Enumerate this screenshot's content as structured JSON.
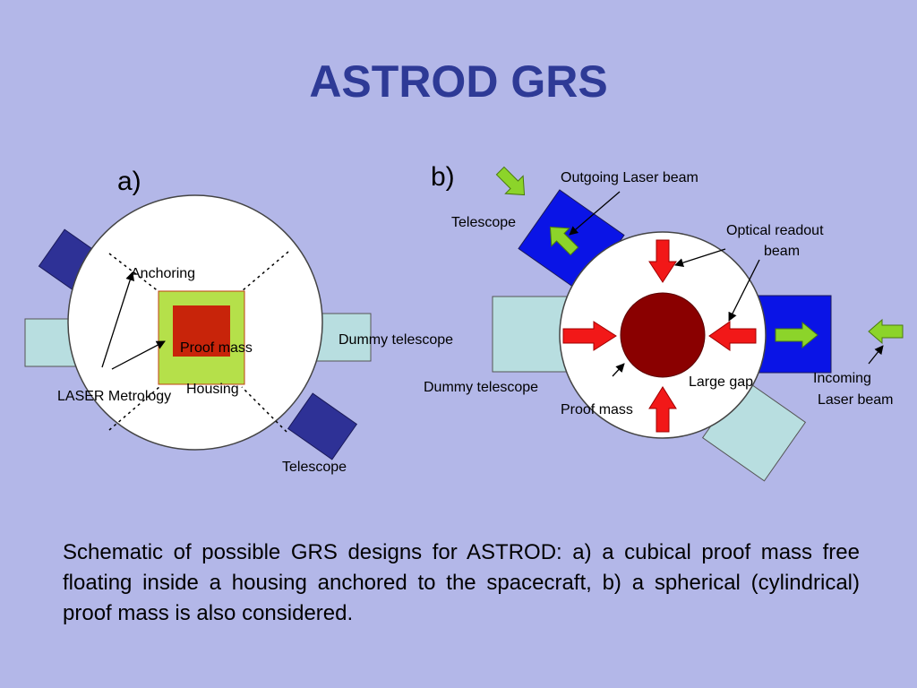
{
  "slide": {
    "title": "ASTROD GRS",
    "caption": "Schematic of possible GRS designs for ASTROD: a) a cubical proof mass free floating inside a housing anchored to the spacecraft, b) a spherical (cylindrical) proof mass is also considered."
  },
  "panel_a": {
    "label": "a)",
    "anchoring": "Anchoring",
    "proof_mass": "Proof mass",
    "housing": "Housing",
    "laser_metrology": "LASER Metrology",
    "dummy_telescope": "Dummy telescope",
    "telescope": "Telescope"
  },
  "panel_b": {
    "label": "b)",
    "outgoing_beam": "Outgoing Laser beam",
    "telescope": "Telescope",
    "optical_readout_line1": "Optical readout",
    "optical_readout_line2": "beam",
    "dummy_telescope": "Dummy telescope",
    "large_gap": "Large gap",
    "proof_mass": "Proof mass",
    "incoming_line1": "Incoming",
    "incoming_line2": "Laser beam"
  },
  "colors": {
    "background": "#b3b7e8",
    "title": "#2e3a96",
    "telescope_dark": "#2e3196",
    "telescope_blue": "#0a14e6",
    "dummy": "#b8dee0",
    "housing": "#b5e04a",
    "cube": "#c8240a",
    "sphere": "#8a0000",
    "red_arrow": "#f21818",
    "green_arrow": "#8cd42a"
  }
}
